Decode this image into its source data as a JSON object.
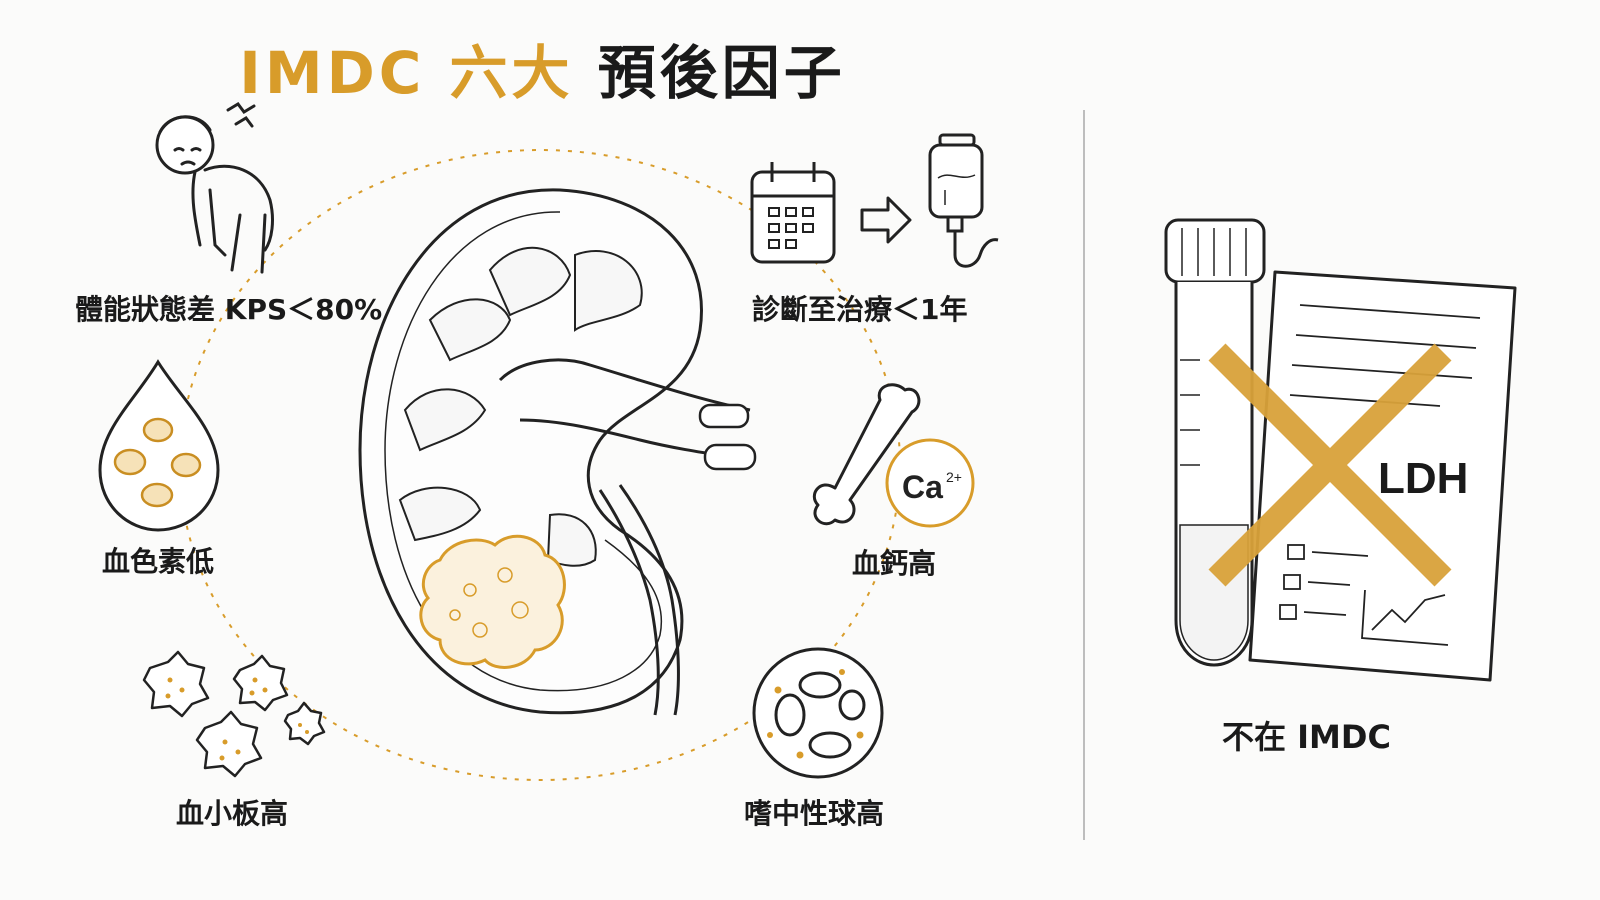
{
  "title": {
    "accent": "IMDC 六大",
    "rest": "預後因子"
  },
  "factors": {
    "kps": "體能狀態差 KPS＜80%",
    "diag_to_treat": "診斷至治療＜1年",
    "hemoglobin": "血色素低",
    "calcium": "血鈣高",
    "platelets": "血小板高",
    "neutrophils": "嗜中性球高"
  },
  "calcium_symbol": {
    "base": "Ca",
    "charge": "2+"
  },
  "ldh": {
    "label": "LDH",
    "caption": "不在 IMDC"
  },
  "icons": [
    "tired-person-icon",
    "calendar-icon",
    "arrow-right-icon",
    "iv-bag-icon",
    "blood-drop-icon",
    "bone-icon",
    "platelet-icon",
    "neutrophil-icon",
    "kidney-icon",
    "tumor-icon",
    "test-tube-icon",
    "lab-report-icon",
    "cross-mark-icon"
  ],
  "colors": {
    "accent": "#d89c2a",
    "line": "#1a1a1a",
    "cross": "#d9a23a"
  }
}
